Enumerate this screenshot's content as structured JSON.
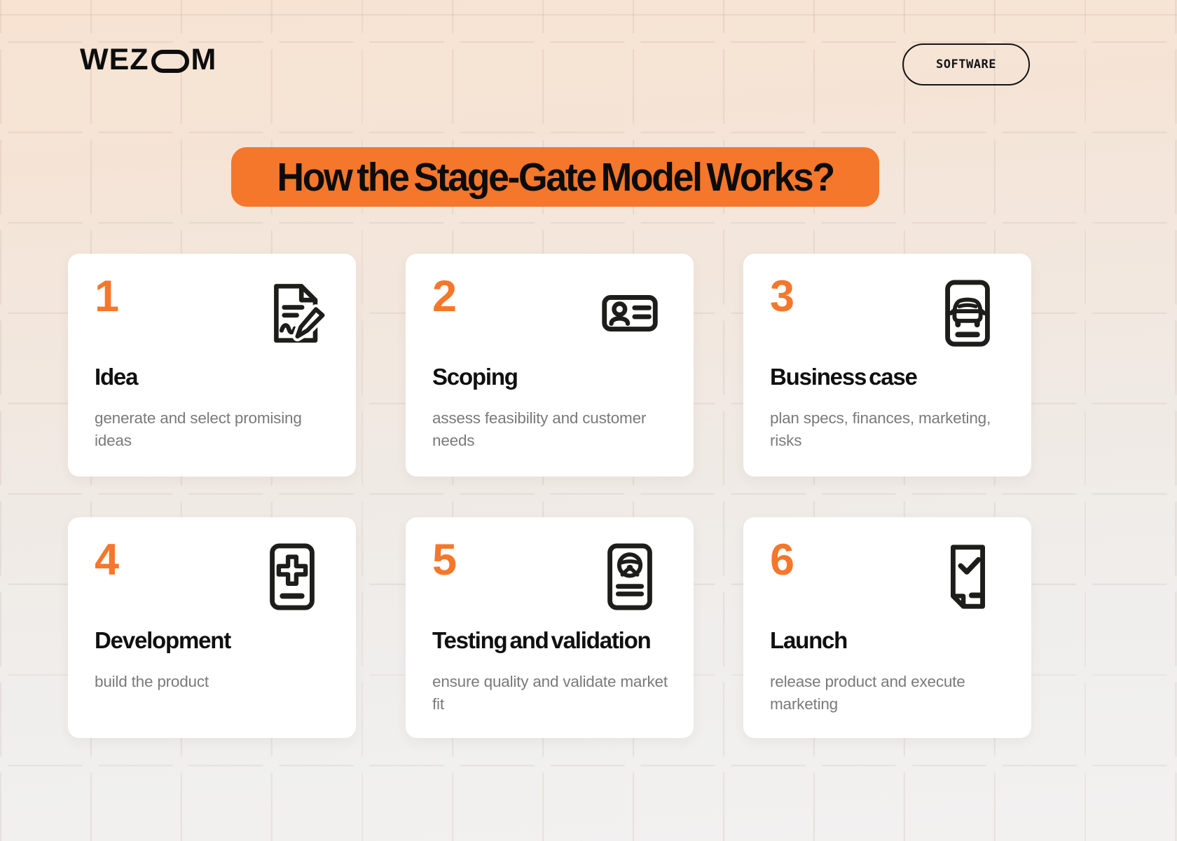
{
  "brand": {
    "logo_pre": "WEZ",
    "logo_post": "M",
    "badge_label": "SOFTWARE"
  },
  "heading": {
    "title": "How the Stage-Gate Model Works?"
  },
  "colors": {
    "accent_orange": "#F5772B",
    "ink": "#101010",
    "muted_text": "#7A7A7A",
    "card_background": "#FFFFFF",
    "page_top": "#F8E3D2",
    "page_bottom": "#F2F1F0"
  },
  "cards": [
    {
      "number": "1",
      "title": "Idea",
      "description": "generate and select promising ideas",
      "icon": "signed-document-icon"
    },
    {
      "number": "2",
      "title": "Scoping",
      "description": "assess feasibility and customer needs",
      "icon": "id-card-icon"
    },
    {
      "number": "3",
      "title": "Business case",
      "description": "plan specs, finances, marketing, risks",
      "icon": "car-document-icon"
    },
    {
      "number": "4",
      "title": "Development",
      "description": "build the product",
      "icon": "medical-plus-document-icon"
    },
    {
      "number": "5",
      "title": "Testing and validation",
      "description": "ensure quality and validate market fit",
      "icon": "steering-wheel-document-icon"
    },
    {
      "number": "6",
      "title": "Launch",
      "description": "release product and execute marketing",
      "icon": "checked-page-icon"
    }
  ]
}
